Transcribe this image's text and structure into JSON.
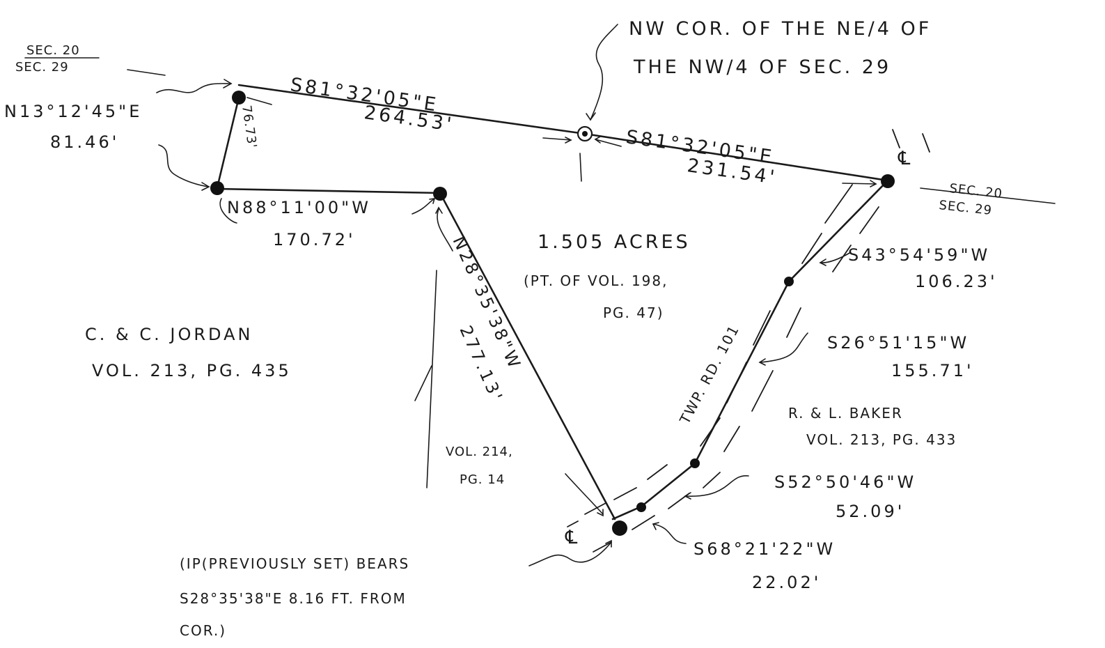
{
  "note_nw_corner": {
    "line1": "NW COR. OF THE NE/4 OF",
    "line2": "THE NW/4 OF SEC. 29"
  },
  "sec_label_left": {
    "upper": "SEC. 20",
    "lower": "SEC. 29"
  },
  "sec_label_right": {
    "upper": "SEC. 20",
    "lower": "SEC. 29"
  },
  "calls": {
    "north_west": {
      "bearing": "S81°32'05\"E",
      "distance": "264.53'"
    },
    "north_east": {
      "bearing": "S81°32'05\"E",
      "distance": "231.54'"
    },
    "west_leg": {
      "bearing": "N13°12'45\"E",
      "distance": "81.46'"
    },
    "west_leg_tick": "76.73'",
    "south_jog": {
      "bearing": "N88°11'00\"W",
      "distance": "170.72'"
    },
    "diagonal": {
      "bearing": "N28°35'38\"W",
      "distance": "277.13'"
    },
    "road_1": {
      "bearing": "S43°54'59\"W",
      "distance": "106.23'"
    },
    "road_2": {
      "bearing": "S26°51'15\"W",
      "distance": "155.71'"
    },
    "road_3": {
      "bearing": "S52°50'46\"W",
      "distance": "52.09'"
    },
    "road_4": {
      "bearing": "S68°21'22\"W",
      "distance": "22.02'"
    }
  },
  "tract": {
    "area": "1.505 ACRES",
    "ref_line1": "(PT. OF VOL. 198,",
    "ref_line2": "PG. 47)"
  },
  "adjoiners": {
    "jordan_name": "C. & C. JORDAN",
    "jordan_ref": "VOL. 213, PG. 435",
    "baker_name": "R. & L. BAKER",
    "baker_ref": "VOL. 213, PG. 433",
    "mid_ref_line1": "VOL. 214,",
    "mid_ref_line2": "PG. 14"
  },
  "road": {
    "name": "TWP. RD. 101",
    "centerline_top": "℄",
    "centerline_bottom": "℄"
  },
  "ip_note": {
    "line1": "(IP(PREVIOUSLY SET) BEARS",
    "line2": "S28°35'38\"E   8.16 FT. FROM",
    "line3": "COR.)"
  }
}
